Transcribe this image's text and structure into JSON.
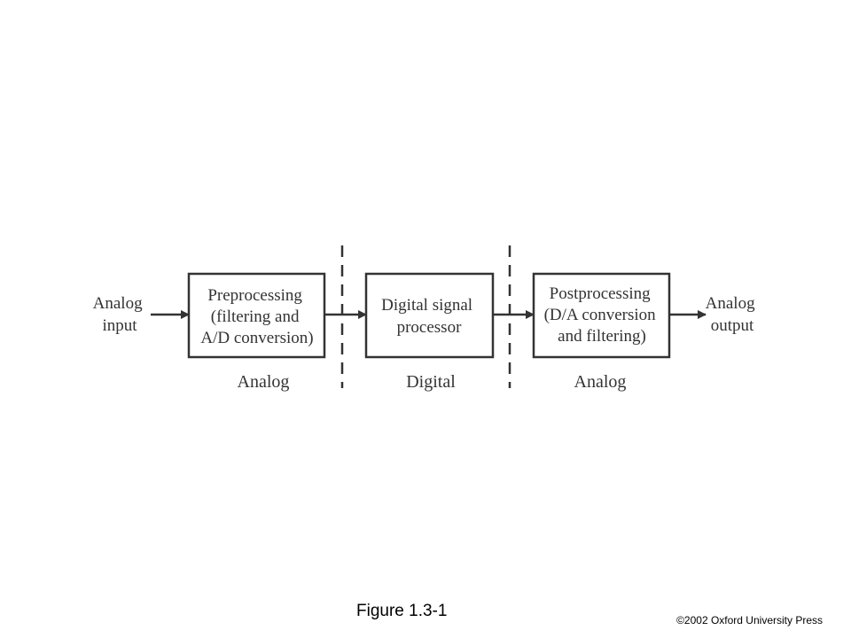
{
  "diagram": {
    "input_label": [
      "Analog",
      "input"
    ],
    "output_label": [
      "Analog",
      "output"
    ],
    "blocks": [
      {
        "lines": [
          "Preprocessing",
          "(filtering and",
          "A/D conversion)"
        ]
      },
      {
        "lines": [
          "Digital signal",
          "processor"
        ]
      },
      {
        "lines": [
          "Postprocessing",
          "(D/A conversion",
          "and filtering)"
        ]
      }
    ],
    "regions": [
      "Analog",
      "Digital",
      "Analog"
    ]
  },
  "caption": "Figure 1.3-1",
  "copyright": "©2002 Oxford University Press"
}
